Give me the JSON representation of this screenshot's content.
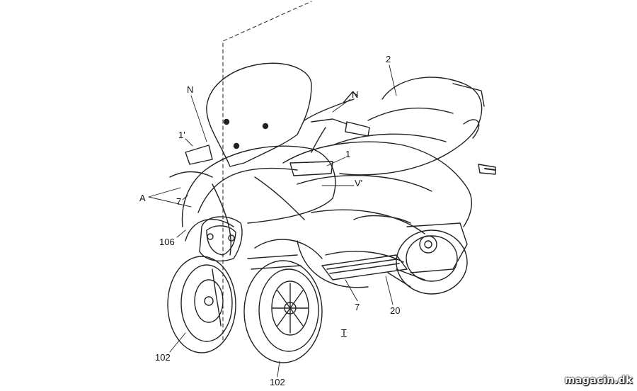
{
  "labels": {
    "N_top": "N",
    "N_handlebar": "N",
    "one_prime": "1'",
    "two": "2",
    "one": "1",
    "V_prime": "V'",
    "A": "A",
    "seven_left": "7",
    "one_oh_six": "106",
    "seven_bottom": "7",
    "twenty": "20",
    "T": "T",
    "one_oh_two_left": "102",
    "one_oh_two_bottom": "102"
  },
  "watermark": "magacin.dk",
  "colors": {
    "ink": "#222222",
    "background": "#ffffff",
    "watermark": "#ffffff"
  }
}
